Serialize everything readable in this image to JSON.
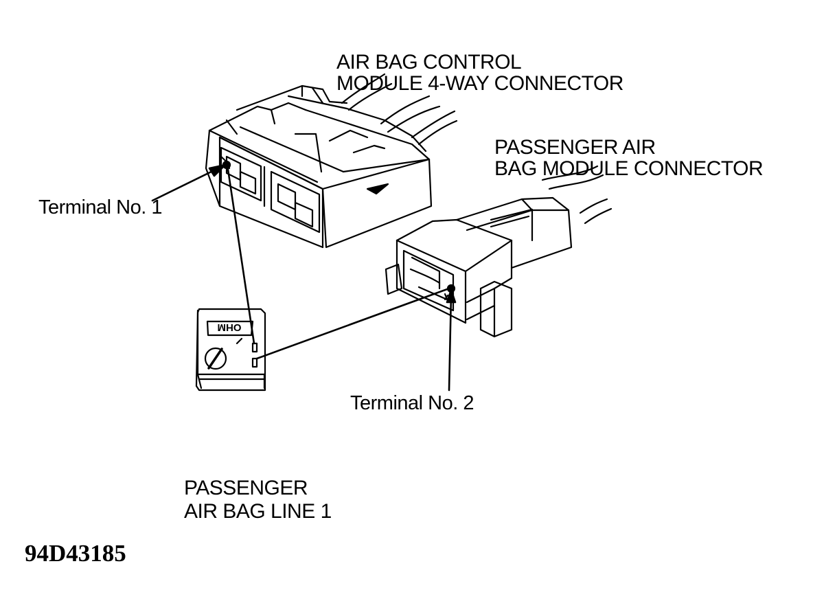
{
  "labels": {
    "acm_connector_line1": "AIR BAG CONTROL",
    "acm_connector_line2": "MODULE 4-WAY CONNECTOR",
    "passenger_connector_line1": "PASSENGER AIR",
    "passenger_connector_line2": "BAG MODULE CONNECTOR",
    "terminal_1": "Terminal No. 1",
    "terminal_2": "Terminal No. 2",
    "caption_line1": "PASSENGER",
    "caption_line2": "AIR BAG LINE 1",
    "figure_id": "94D43185"
  },
  "meter": {
    "display": "OHM"
  }
}
